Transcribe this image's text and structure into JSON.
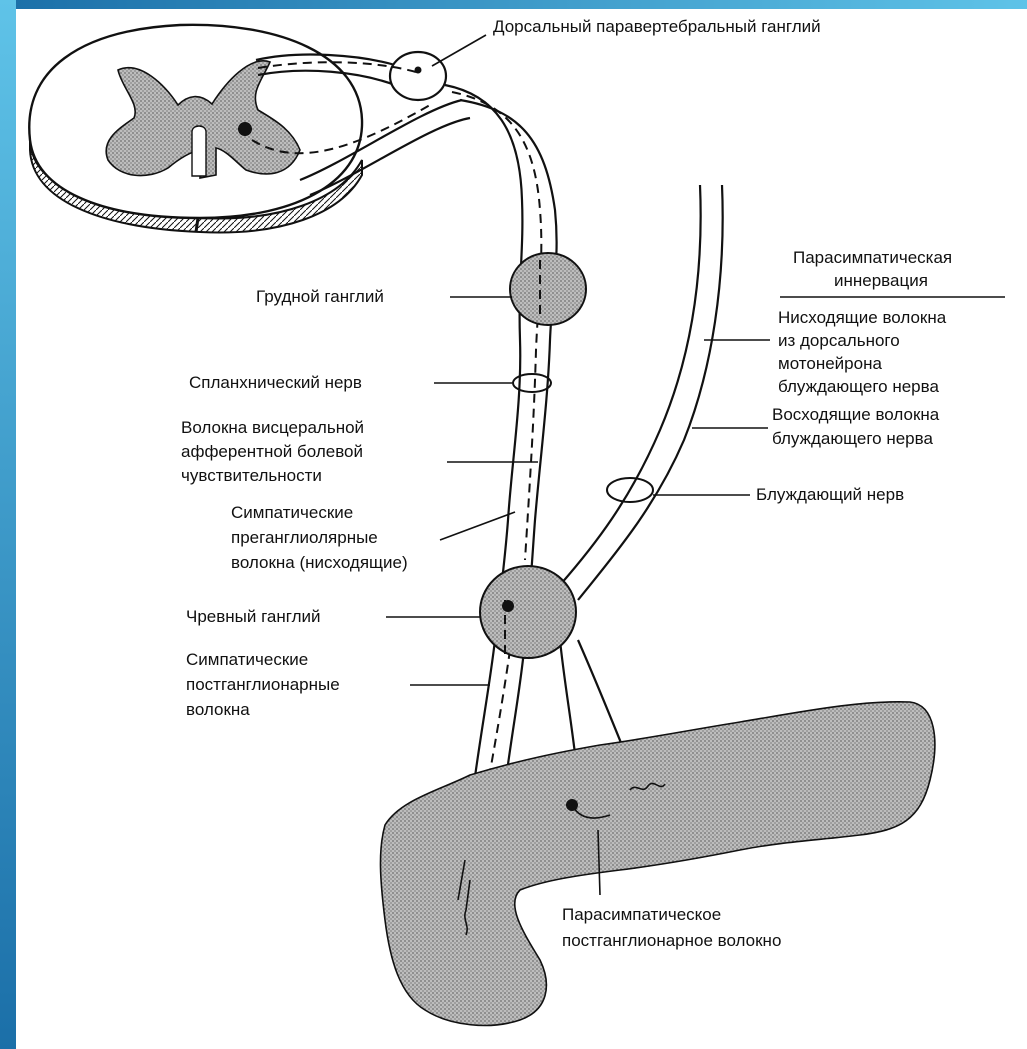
{
  "theme": {
    "side_bar_colors": [
      "#5fc3e8",
      "#1b6fa8"
    ],
    "top_bar_colors": [
      "#1b6fa8",
      "#5fc3e8"
    ],
    "stipple_color": "#9b9b9b"
  },
  "labels": {
    "dorsal_ganglion": "Дорсальный паравертебральный ганглий",
    "thoracic_ganglion": "Грудной ганглий",
    "splanchnic_nerve": "Спланхнический нерв",
    "visceral_afferent": [
      "Волокна висцеральной",
      "афферентной болевой",
      "чувствительности"
    ],
    "sympathetic_pre": [
      "Симпатические",
      "преганглиолярные",
      "волокна (нисходящие)"
    ],
    "celiac_ganglion": "Чревный ганглий",
    "sympathetic_post": [
      "Симпатические",
      "постганглионарные",
      "волокна"
    ],
    "parasympathetic_header": [
      "Парасимпатическая",
      "иннервация"
    ],
    "descending_vagal": [
      "Нисходящие волокна",
      "из дорсального",
      "мотонейрона",
      "блуждающего нерва"
    ],
    "ascending_vagal": [
      "Восходящие волокна",
      "блуждающего нерва"
    ],
    "vagus_nerve": "Блуждающий нерв",
    "parasympathetic_post": [
      "Парасимпатическое",
      "постганглионарное волокно"
    ]
  }
}
